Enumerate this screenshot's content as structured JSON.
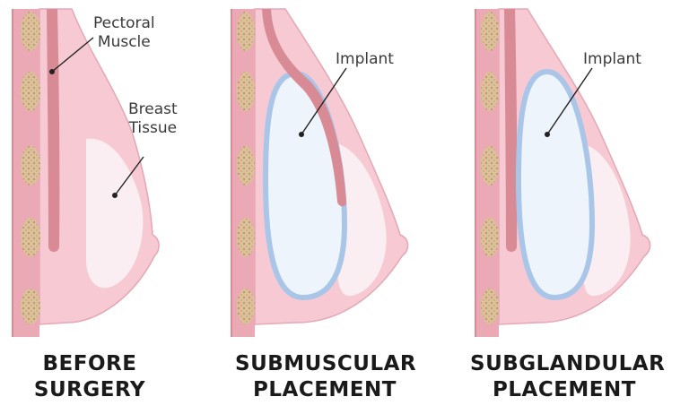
{
  "labels": {
    "pectoral_muscle": [
      "Pectoral",
      "Muscle"
    ],
    "breast_tissue": [
      "Breast",
      "Tissue"
    ],
    "implant_submuscular": "Implant",
    "implant_subglandular": "Implant"
  },
  "captions": {
    "before": [
      "BEFORE",
      "SURGERY"
    ],
    "submuscular": [
      "SUBMUSCULAR",
      "PLACEMENT"
    ],
    "subglandular": [
      "SUBGLANDULAR",
      "PLACEMENT"
    ]
  },
  "colors": {
    "skin": "#f6c9d3",
    "skin_outline": "#e4a7b6",
    "muscle": "#d98b95",
    "chest_wall": "#eaa9b4",
    "rib": "#dcc09a",
    "gland": "#fbeef2",
    "implant_fill": "#eef4fb",
    "implant_rim": "#a9c6e8",
    "leader": "#222222"
  }
}
